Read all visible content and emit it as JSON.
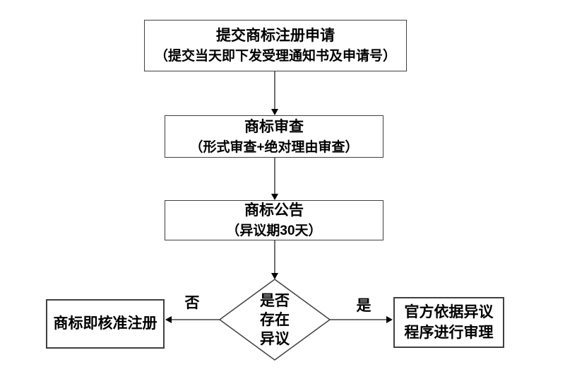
{
  "nodes": {
    "submit": {
      "title": "提交商标注册申请",
      "subtitle": "（提交当天即下发受理通知书及申请号）"
    },
    "review": {
      "title": "商标审查",
      "subtitle": "（形式审查+绝对理由审查）"
    },
    "announce": {
      "title": "商标公告",
      "subtitle": "（异议期30天）"
    },
    "decision": {
      "lines": [
        "是否",
        "存在",
        "异议"
      ]
    },
    "approve": {
      "title": "商标即核准注册"
    },
    "opposition": {
      "line1": "官方依据异议",
      "line2": "程序进行审理"
    }
  },
  "edges": {
    "no_label": "否",
    "yes_label": "是"
  },
  "colors": {
    "background": "#ffffff",
    "box_border": "#404040",
    "arrow": "#000000",
    "text": "#000000"
  }
}
